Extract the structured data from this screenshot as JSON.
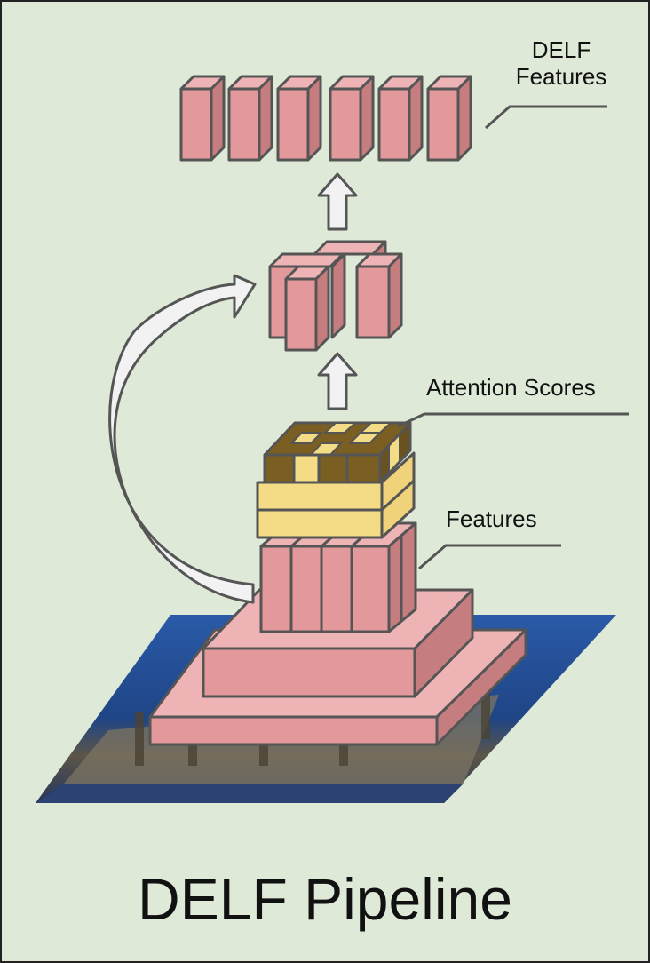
{
  "labels": {
    "delf_line1": "DELF",
    "delf_line2": "Features",
    "attention": "Attention Scores",
    "features": "Features"
  },
  "title": "DELF Pipeline",
  "colors": {
    "background": "#dfe9d7",
    "pink_front": "#e3999c",
    "pink_side": "#c57d80",
    "pink_top": "#eeb3b5",
    "yellow": "#f4dc86",
    "brown": "#7a5e22",
    "outline": "#555555"
  }
}
